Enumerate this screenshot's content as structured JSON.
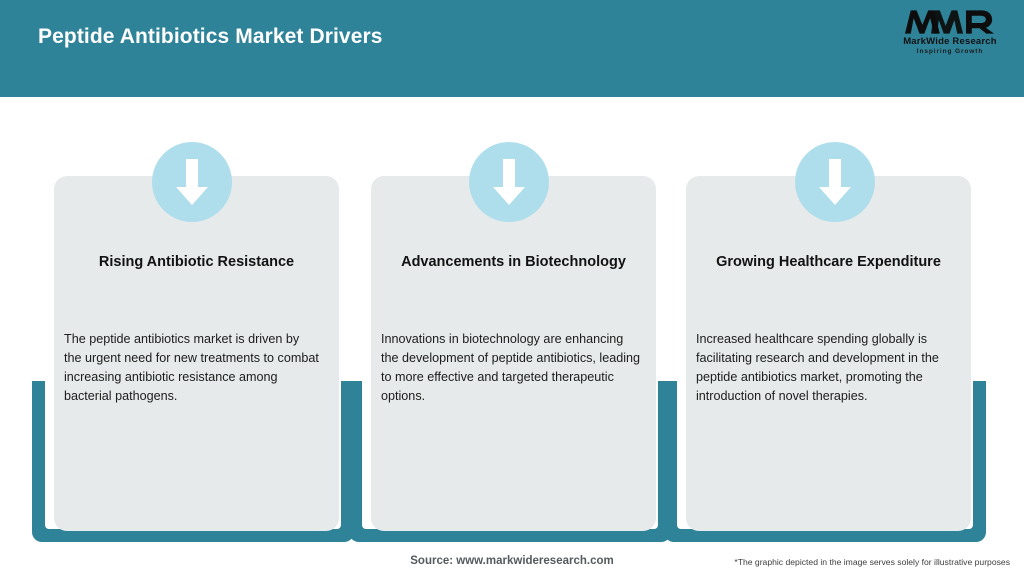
{
  "header": {
    "title": "Peptide Antibiotics Market Drivers",
    "bar_color": "#2e8399",
    "title_color": "#ffffff"
  },
  "logo": {
    "mark": "MWR",
    "name": "MarkWide Research",
    "tagline": "Inspiring Growth"
  },
  "cards": [
    {
      "icon": "down-arrow-icon",
      "title": "Rising Antibiotic Resistance",
      "body": "The peptide antibiotics market is driven by the urgent need for new treatments to combat increasing antibiotic resistance among bacterial pathogens."
    },
    {
      "icon": "down-arrow-icon",
      "title": "Advancements in Biotechnology",
      "body": "Innovations in biotechnology are enhancing the development of peptide antibiotics, leading to more effective and targeted therapeutic options."
    },
    {
      "icon": "down-arrow-icon",
      "title": "Growing Healthcare Expenditure",
      "body": "Increased healthcare spending globally is facilitating research and development in the peptide antibiotics market, promoting the introduction of novel therapies."
    }
  ],
  "footer": {
    "source": "Source: www.markwideresearch.com",
    "disclaimer": "*The graphic depicted in the image serves solely for illustrative purposes"
  },
  "colors": {
    "teal": "#2e8399",
    "card_bg": "#e6eaeb",
    "circle": "#aedeeb",
    "arrow": "#ffffff",
    "page_bg": "#ffffff"
  }
}
